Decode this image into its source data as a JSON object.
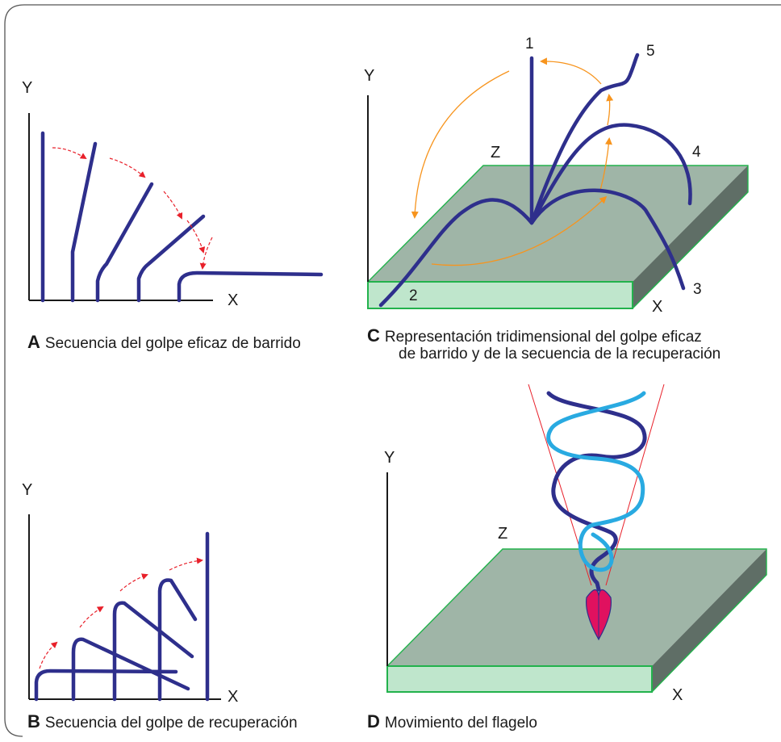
{
  "panels": {
    "a": {
      "letter": "A",
      "caption": "Secuencia del golpe eficaz de barrido",
      "y_axis": "Y",
      "x_axis": "X"
    },
    "b": {
      "letter": "B",
      "caption": "Secuencia del golpe de recuperación",
      "y_axis": "Y",
      "x_axis": "X"
    },
    "c": {
      "letter": "C",
      "caption_line1": "Representación tridimensional del golpe eficaz",
      "caption_line2": "de barrido y de la secuencia de la recuperación",
      "y_axis": "Y",
      "x_axis": "X",
      "z_axis": "Z",
      "positions": [
        "1",
        "2",
        "3",
        "4",
        "5"
      ]
    },
    "d": {
      "letter": "D",
      "caption": "Movimiento del flagelo",
      "y_axis": "Y",
      "x_axis": "X",
      "z_axis": "Z"
    }
  },
  "colors": {
    "cilium": "#2e2f8c",
    "flagellum_light": "#29aae1",
    "arrow_red": "#e8202a",
    "arrow_orange": "#f7941d",
    "plane_top": "#9fb5a7",
    "plane_side": "#5f6e66",
    "plane_front": "#bfe6cc",
    "plane_edge": "#22b24c",
    "cell_pink": "#e0115f",
    "frame": "#555555"
  }
}
